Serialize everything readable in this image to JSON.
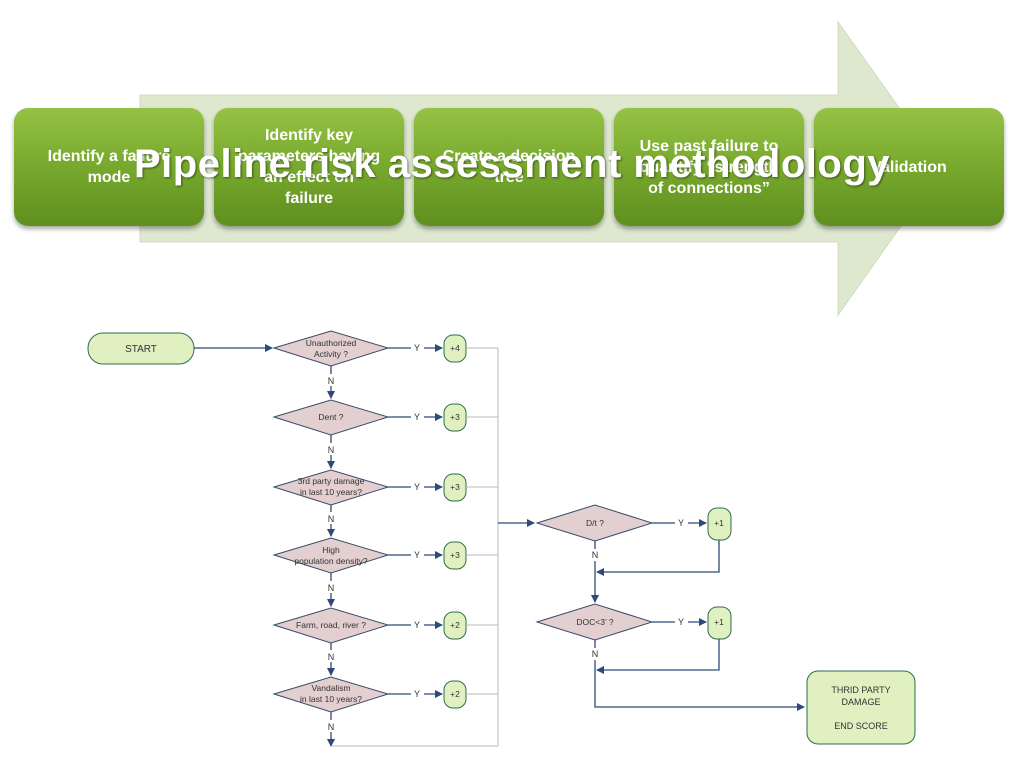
{
  "title": "Pipeline risk assessment methodology",
  "steps": [
    {
      "lines": [
        "Identify a failure",
        "mode"
      ]
    },
    {
      "lines": [
        "Identify key",
        "parameters having",
        "an effect on",
        "failure"
      ]
    },
    {
      "lines": [
        "Create a decision",
        "tree"
      ]
    },
    {
      "lines": [
        "Use past failure to",
        "quantify “strength",
        "of connections”"
      ]
    },
    {
      "lines": [
        "Validation"
      ]
    }
  ],
  "flow": {
    "start": "START",
    "yes_label": "Y",
    "no_label": "N",
    "decisions": [
      {
        "lines": [
          "Unauthorized",
          "Activity ?"
        ],
        "score": "+4"
      },
      {
        "lines": [
          "Dent ?"
        ],
        "score": "+3"
      },
      {
        "lines": [
          "3rd party damage",
          "in last 10 years?"
        ],
        "score": "+3"
      },
      {
        "lines": [
          "High",
          "population density?"
        ],
        "score": "+3"
      },
      {
        "lines": [
          "Farm, road, river ?"
        ],
        "score": "+2"
      },
      {
        "lines": [
          "Vandalism",
          "in last 10 years?"
        ],
        "score": "+2"
      }
    ],
    "right_decisions": [
      {
        "label": "D/t ?",
        "score": "+1"
      },
      {
        "label": "DOC<3’ ?",
        "score": "+1"
      }
    ],
    "end_lines": [
      "THRID PARTY",
      "DAMAGE",
      "",
      "END SCORE"
    ]
  },
  "colors": {
    "step_green": "#7aab2f",
    "arrow_bg": "#dde8cf",
    "diamond_fill": "#e3cfcf",
    "pill_fill": "#e0f0c0",
    "line": "#2e4a7a"
  }
}
